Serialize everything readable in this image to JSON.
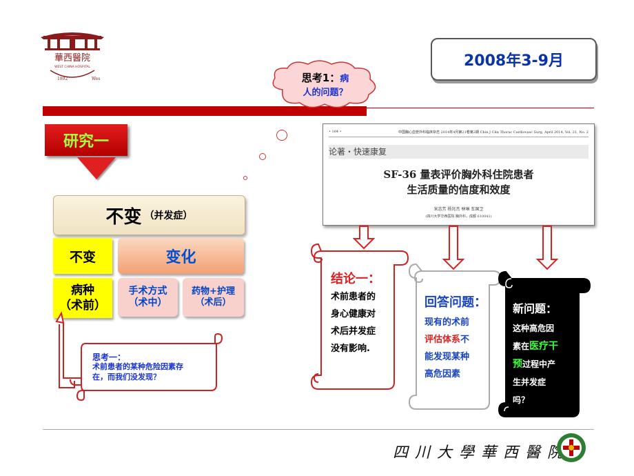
{
  "header": {
    "date_range": "2008年3-9月",
    "logo_text": "華西醫院",
    "logo_year": "1892",
    "logo_subtext": "WEST CHINA HOSPITAL",
    "logo_tag": "Wes"
  },
  "think_cloud": {
    "label": "思考1：",
    "highlight": "病",
    "line2": "人的问题？"
  },
  "research": {
    "title": "研究一",
    "unchanged_main": "不变",
    "unchanged_note": "（并发症）",
    "unchanged": "不变",
    "changed": "变化",
    "disease_type_line1": "病种",
    "disease_type_line2": "（术前）",
    "surgery_line1": "手术方式",
    "surgery_line2": "（术中）",
    "drug_line1": "药物+护理",
    "drug_line2": "（术后）"
  },
  "paper": {
    "page_no": "• 164 •",
    "journal": "中国胸心血管外科临床杂志 2014年4月第21卷第2期  Chin J Clin Thorac Cardiovasc Surg, April 2014, Vol. 21, No. 2",
    "section": "论著・快速康复",
    "title_line1": "SF-36 量表评价胸外科住院患者",
    "title_line2": "生活质量的信度和效度",
    "authors": "宋志芳  杨兆杰  林琳  车国卫",
    "institution": "(四川大学华西医院 胸外科，成都 610041)"
  },
  "conclusion": {
    "title": "结论一：",
    "line1": "术前患者的",
    "line2": "身心健康对",
    "line3": "术后并发症",
    "line4": "没有影响."
  },
  "answer": {
    "title": "回答问题：",
    "line1": "现有的术前",
    "line2_red": "评估体系",
    "line2_rest": "不",
    "line3": "能发现某种",
    "line4": "高危因素"
  },
  "new_question": {
    "title": "新问题：",
    "line1": "这种高危因",
    "line2_pre": "素在",
    "line2_green": "医疗干",
    "line3_green": "预",
    "line3_rest": "过程中产",
    "line4": "生并发症",
    "line5": "吗？"
  },
  "think_one": {
    "title": "思考一：",
    "line1": "术前患者的某种危险因素存",
    "line2": "在，而我们没发现？"
  },
  "footer": {
    "hospital_name": "四川大學華西醫院"
  },
  "colors": {
    "accent_red": "#c00000",
    "blue": "#1a34d0",
    "yellow": "#ffff00",
    "green": "#3cff3c"
  }
}
